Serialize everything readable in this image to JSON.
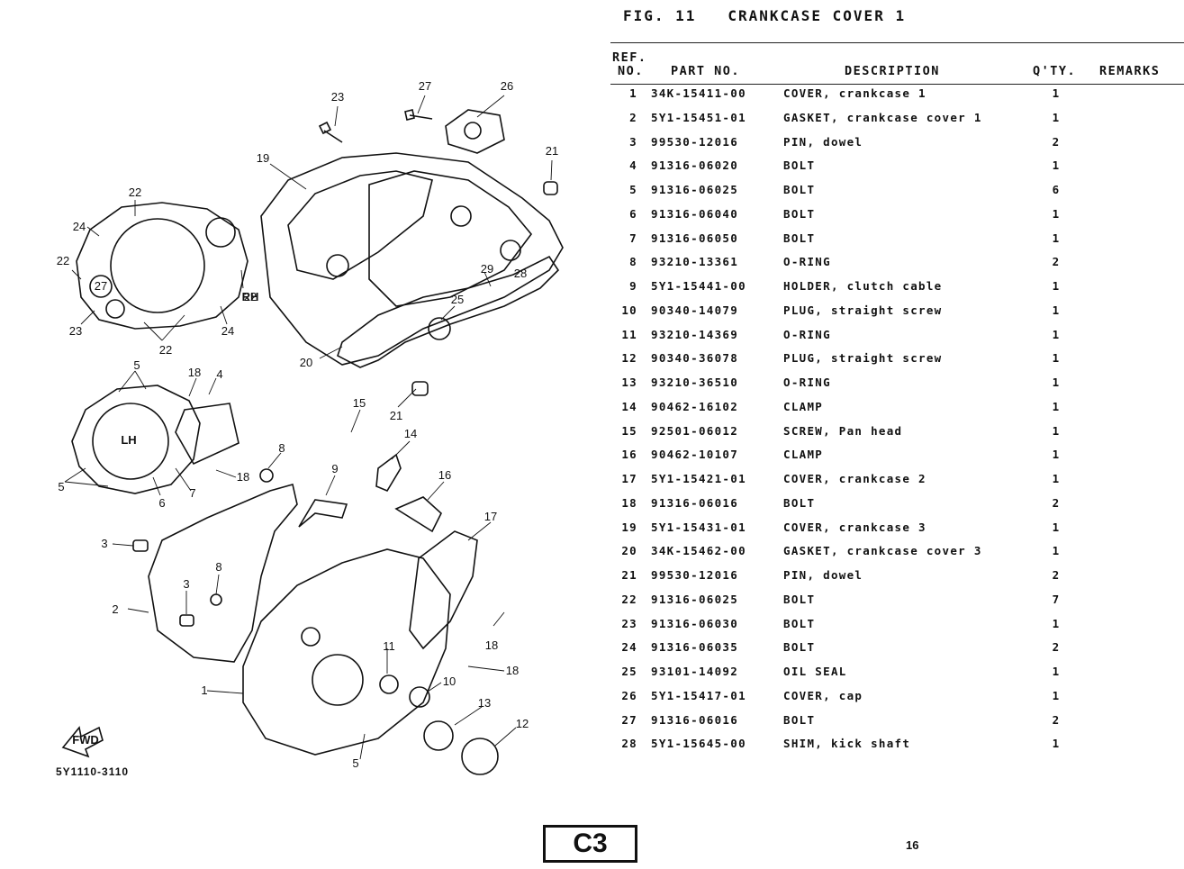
{
  "header": {
    "figure_title": "FIG. 11   CRANKCASE COVER 1",
    "col_ref_line1": "REF.",
    "col_ref_line2": "NO.",
    "col_part": "PART NO.",
    "col_desc": "DESCRIPTION",
    "col_qty": "Q'TY.",
    "col_remarks": "REMARKS"
  },
  "parts": [
    {
      "ref": "1",
      "part": "34K-15411-00",
      "desc": "COVER, crankcase 1",
      "qty": "1"
    },
    {
      "ref": "2",
      "part": "5Y1-15451-01",
      "desc": "GASKET, crankcase cover 1",
      "qty": "1"
    },
    {
      "ref": "3",
      "part": "99530-12016",
      "desc": "PIN, dowel",
      "qty": "2"
    },
    {
      "ref": "4",
      "part": "91316-06020",
      "desc": "BOLT",
      "qty": "1"
    },
    {
      "ref": "5",
      "part": "91316-06025",
      "desc": "BOLT",
      "qty": "6"
    },
    {
      "ref": "6",
      "part": "91316-06040",
      "desc": "BOLT",
      "qty": "1"
    },
    {
      "ref": "7",
      "part": "91316-06050",
      "desc": "BOLT",
      "qty": "1"
    },
    {
      "ref": "8",
      "part": "93210-13361",
      "desc": "O-RING",
      "qty": "2"
    },
    {
      "ref": "9",
      "part": "5Y1-15441-00",
      "desc": "HOLDER, clutch cable",
      "qty": "1"
    },
    {
      "ref": "10",
      "part": "90340-14079",
      "desc": "PLUG, straight screw",
      "qty": "1"
    },
    {
      "ref": "11",
      "part": "93210-14369",
      "desc": "O-RING",
      "qty": "1"
    },
    {
      "ref": "12",
      "part": "90340-36078",
      "desc": "PLUG, straight screw",
      "qty": "1"
    },
    {
      "ref": "13",
      "part": "93210-36510",
      "desc": "O-RING",
      "qty": "1"
    },
    {
      "ref": "14",
      "part": "90462-16102",
      "desc": "CLAMP",
      "qty": "1"
    },
    {
      "ref": "15",
      "part": "92501-06012",
      "desc": "SCREW, Pan head",
      "qty": "1"
    },
    {
      "ref": "16",
      "part": "90462-10107",
      "desc": "CLAMP",
      "qty": "1"
    },
    {
      "ref": "17",
      "part": "5Y1-15421-01",
      "desc": "COVER, crankcase 2",
      "qty": "1"
    },
    {
      "ref": "18",
      "part": "91316-06016",
      "desc": "BOLT",
      "qty": "2"
    },
    {
      "ref": "19",
      "part": "5Y1-15431-01",
      "desc": "COVER, crankcase 3",
      "qty": "1"
    },
    {
      "ref": "20",
      "part": "34K-15462-00",
      "desc": "GASKET, crankcase cover 3",
      "qty": "1"
    },
    {
      "ref": "21",
      "part": "99530-12016",
      "desc": "PIN, dowel",
      "qty": "2"
    },
    {
      "ref": "22",
      "part": "91316-06025",
      "desc": "BOLT",
      "qty": "7"
    },
    {
      "ref": "23",
      "part": "91316-06030",
      "desc": "BOLT",
      "qty": "1"
    },
    {
      "ref": "24",
      "part": "91316-06035",
      "desc": "BOLT",
      "qty": "2"
    },
    {
      "ref": "25",
      "part": "93101-14092",
      "desc": "OIL SEAL",
      "qty": "1"
    },
    {
      "ref": "26",
      "part": "5Y1-15417-01",
      "desc": "COVER, cap",
      "qty": "1"
    },
    {
      "ref": "27",
      "part": "91316-06016",
      "desc": "BOLT",
      "qty": "2"
    },
    {
      "ref": "28",
      "part": "5Y1-15645-00",
      "desc": "SHIM, kick shaft",
      "qty": "1"
    }
  ],
  "diagram": {
    "callouts": [
      "23",
      "27",
      "26",
      "21",
      "19",
      "22",
      "24",
      "22",
      "RH",
      "27",
      "22",
      "23",
      "22",
      "24",
      "29",
      "28",
      "25",
      "20",
      "5",
      "18",
      "4",
      "LH",
      "5",
      "6",
      "7",
      "18",
      "8",
      "15",
      "14",
      "9",
      "16",
      "21",
      "3",
      "8",
      "17",
      "3",
      "2",
      "11",
      "18",
      "10",
      "18",
      "1",
      "13",
      "12",
      "5",
      "FWD"
    ]
  },
  "footer": {
    "drawing_code": "5Y1110-3110",
    "section": "C3",
    "page_number": "16"
  }
}
